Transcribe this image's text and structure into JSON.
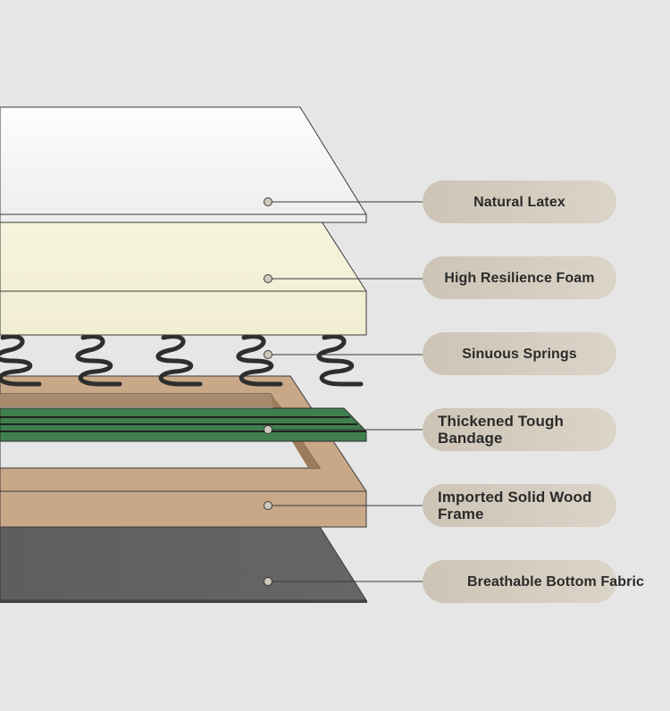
{
  "layers": [
    {
      "name": "natural-latex",
      "label": "Natural Latex",
      "color": "#f4f4f4"
    },
    {
      "name": "high-resilience-foam",
      "label": "High Resilience Foam",
      "color": "#f5f2d8"
    },
    {
      "name": "sinuous-springs",
      "label": "Sinuous Springs",
      "color": "#2e2e2e"
    },
    {
      "name": "thickened-tough-bandage",
      "label": "Thickened Tough Bandage",
      "color": "#3f7f4e"
    },
    {
      "name": "imported-solid-wood-frame",
      "label": "Imported Solid Wood Frame",
      "color": "#c9a888"
    },
    {
      "name": "breathable-bottom-fabric",
      "label": "Breathable Bottom Fabric",
      "color": "#616161"
    }
  ],
  "colors": {
    "background": "#e6e6e6",
    "label_pill": "#d4ccbf",
    "label_text": "#2b2b2b",
    "leader_line": "#3a3a3a"
  }
}
